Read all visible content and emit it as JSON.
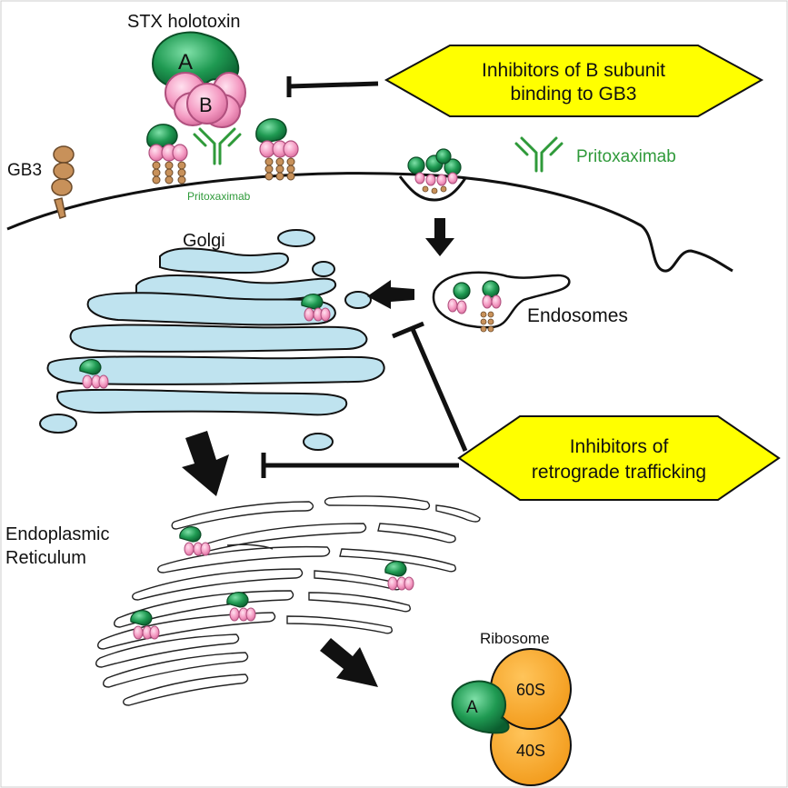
{
  "labels": {
    "holotoxin": "STX holotoxin",
    "subunit_a": "A",
    "subunit_b": "B",
    "gb3": "GB3",
    "pritoxaximab_small": "Pritoxaximab",
    "pritoxaximab_legend": "Pritoxaximab",
    "golgi": "Golgi",
    "endosomes": "Endosomes",
    "er_line1": "Endoplasmic",
    "er_line2": "Reticulum",
    "ribosome": "Ribosome",
    "ribosome_60s": "60S",
    "ribosome_40s": "40S",
    "ribosome_a": "A"
  },
  "callouts": {
    "b_subunit": [
      "Inhibitors of B subunit",
      "binding to GB3"
    ],
    "retrograde": [
      "Inhibitors of",
      "retrograde trafficking"
    ]
  },
  "colors": {
    "toxin_green": "#1f8f4a",
    "toxin_pink": "#f48fb1",
    "gb3_brown": "#c8915a",
    "golgi_fill": "#bfe3ef",
    "callout_yellow": "#ffff00",
    "antibody_green": "#33a02c",
    "ribosome_orange": "#f5a623"
  },
  "icons": [
    "antibody-icon",
    "toxin-icon",
    "block-arrow-icon",
    "inhibition-bar-icon"
  ]
}
